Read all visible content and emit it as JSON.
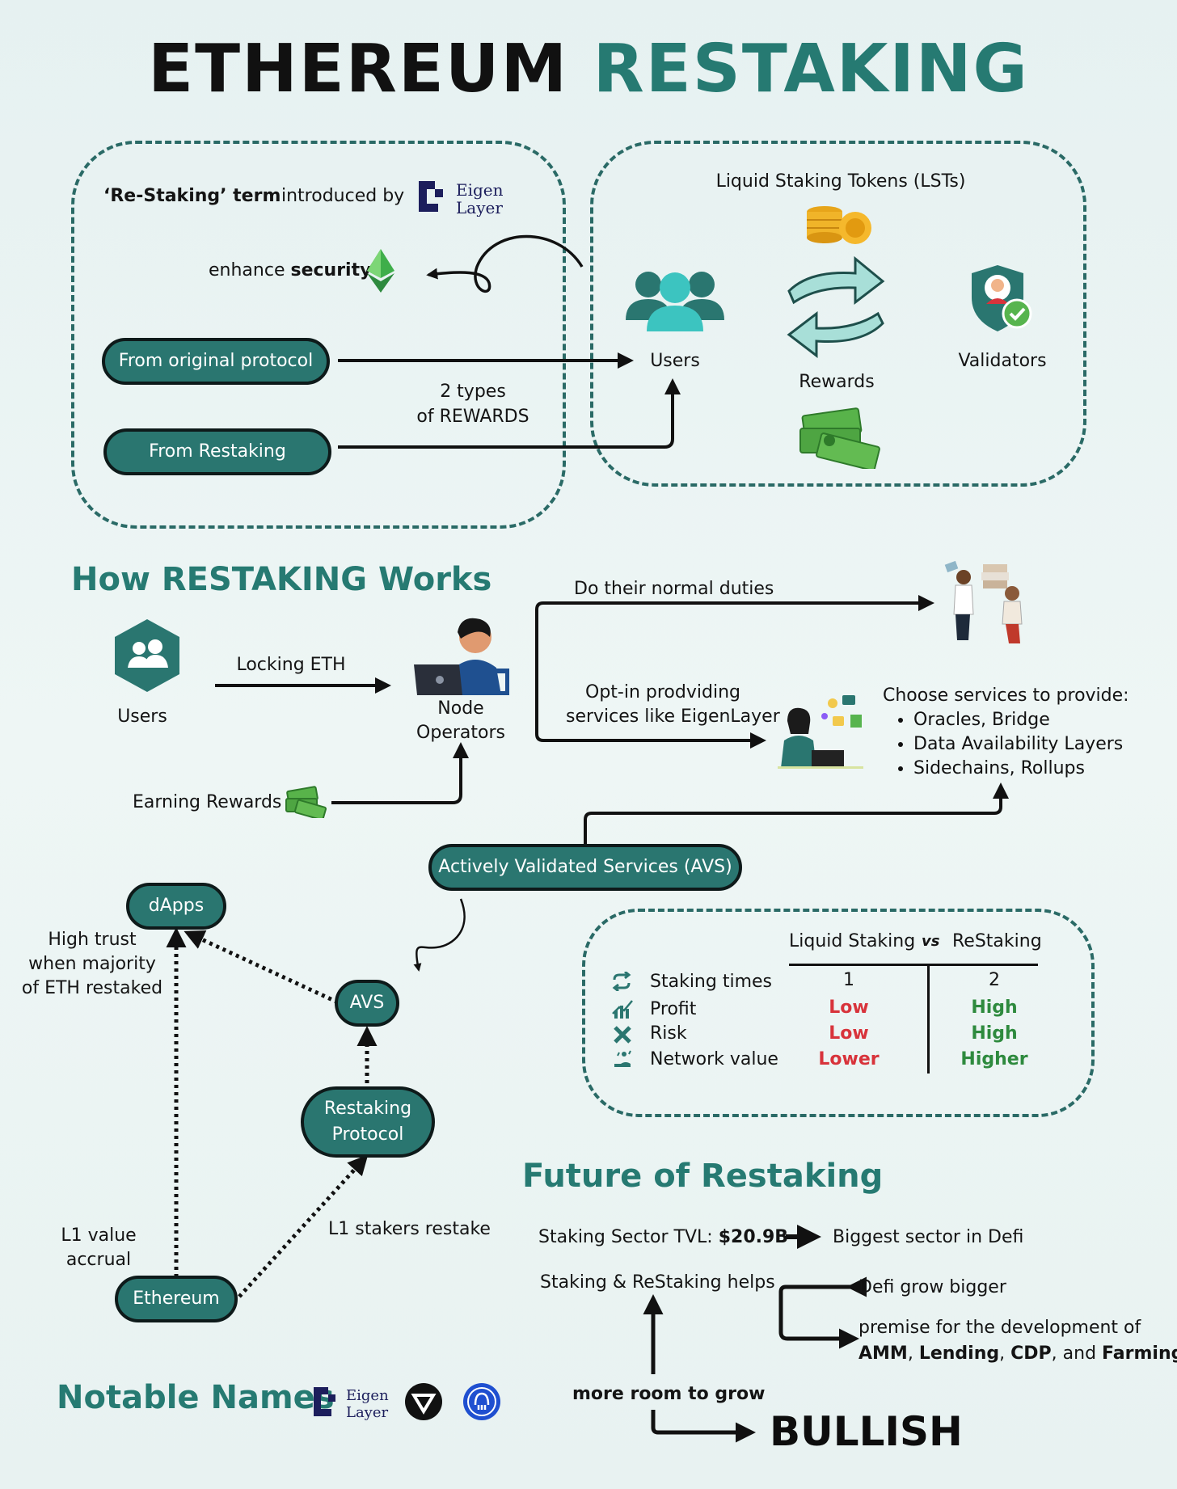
{
  "title": {
    "part1": "ETHEREUM",
    "part2": "RESTAKING"
  },
  "intro": {
    "term": "‘Re-Staking’ term",
    "introduced_by": "introduced by",
    "eigen_logo": {
      "line1": "Eigen",
      "line2": "Layer"
    },
    "enhance": "enhance",
    "security": "security",
    "from_original": "From original protocol",
    "from_restaking": "From Restaking",
    "two_types": "2 types",
    "of_rewards": "of REWARDS"
  },
  "lst": {
    "heading": "Liquid Staking Tokens (LSTs)",
    "users": "Users",
    "rewards": "Rewards",
    "validators": "Validators"
  },
  "how": {
    "heading": "How RESTAKING Works",
    "users": "Users",
    "locking": "Locking ETH",
    "node_line1": "Node",
    "node_line2": "Operators",
    "earning": "Earning Rewards",
    "normal_duties": "Do their normal duties",
    "optin_line1": "Opt-in prodviding",
    "optin_line2": "services like EigenLayer",
    "choose": "Choose services to provide:",
    "services": [
      "Oracles, Bridge",
      "Data Availability Layers",
      "Sidechains, Rollups"
    ],
    "avs_full": "Actively Validated Services (AVS)"
  },
  "flow": {
    "dapps": "dApps",
    "avs": "AVS",
    "protocol_line1": "Restaking",
    "protocol_line2": "Protocol",
    "ethereum": "Ethereum",
    "high_trust": [
      "High trust",
      "when majority",
      "of ETH restaked"
    ],
    "l1_value": [
      "L1 value",
      "accrual"
    ],
    "l1_stakers": "L1 stakers restake"
  },
  "comparison": {
    "col1": "Liquid Staking",
    "vs": "vs",
    "col2": "ReStaking",
    "rows": [
      {
        "label": "Staking times",
        "a": "1",
        "b": "2",
        "icon": "repeat-icon"
      },
      {
        "label": "Profit",
        "a": "Low",
        "b": "High",
        "icon": "chart-icon"
      },
      {
        "label": "Risk",
        "a": "Low",
        "b": "High",
        "icon": "x-icon"
      },
      {
        "label": "Network value",
        "a": "Lower",
        "b": "Higher",
        "icon": "hand-icon"
      }
    ]
  },
  "future": {
    "heading": "Future of Restaking",
    "tvl_label": "Staking Sector TVL:",
    "tvl_value": "$20.9B",
    "biggest": "Biggest sector in Defi",
    "helps": "Staking & ReStaking helps",
    "defi_grow": "Defi grow bigger",
    "premise": "premise for the development of",
    "amm": "AMM",
    "lending": "Lending",
    "cdp": "CDP",
    "and": ", and",
    "farming": "Farming",
    "more_room": "more room to grow",
    "bullish": "BULLISH"
  },
  "notable": {
    "heading": "Notable Names"
  },
  "colors": {
    "teal": "#267a72",
    "pill": "#2a7670",
    "red": "#d8333b",
    "green": "#2e8a3e"
  }
}
